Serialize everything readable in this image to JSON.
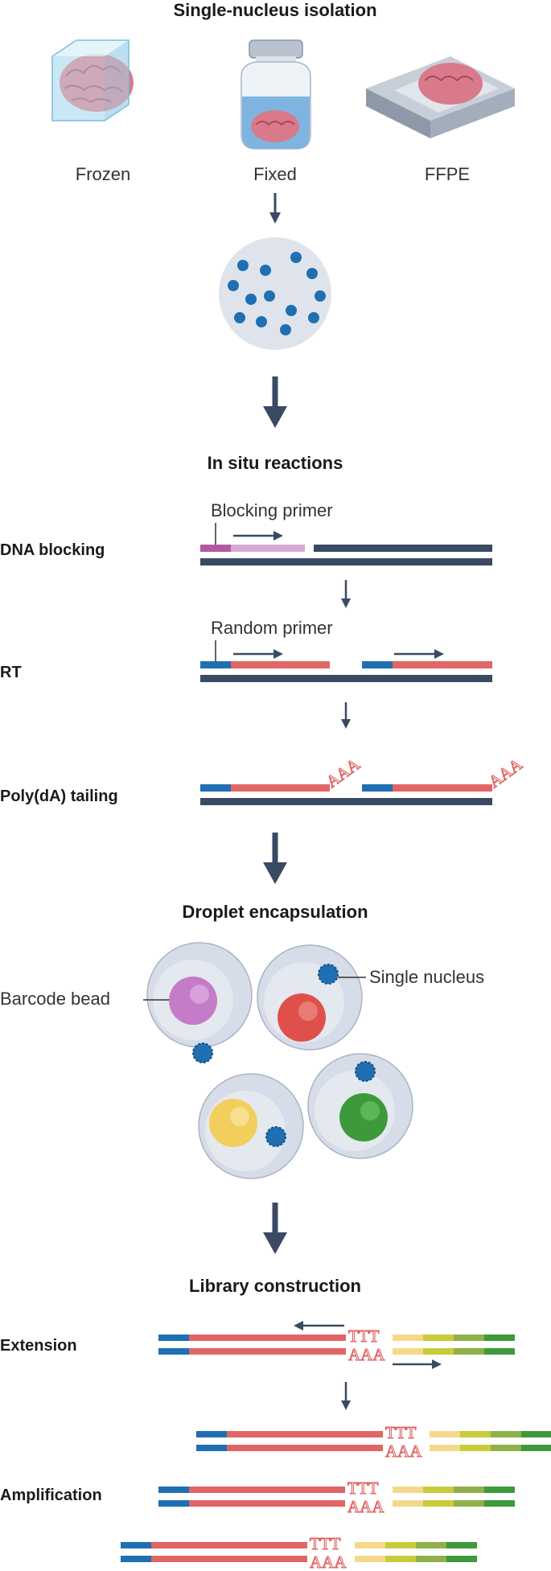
{
  "colors": {
    "dark": "#3a4a63",
    "rna": "#e06565",
    "primer_blue": "#1f6fb2",
    "block_primer": "#b15aa0",
    "block_primer_light": "#d7a9d5",
    "bead_purple": "#c57cc8",
    "bead_red": "#e0504a",
    "bead_yellow": "#f2cf5c",
    "bead_green": "#3d9a3a",
    "nucleus": "#1f6fb2",
    "droplet": "#d6dde8",
    "barcode_1": "#f5d98a",
    "barcode_2": "#c9cc3a",
    "barcode_3": "#8fb04a",
    "barcode_4": "#3d9a3a"
  },
  "sections": {
    "isolation": {
      "title": "Single-nucleus isolation",
      "samples": [
        {
          "label": "Frozen",
          "icon": "frozen-brain-icon"
        },
        {
          "label": "Fixed",
          "icon": "fixed-brain-jar-icon"
        },
        {
          "label": "FFPE",
          "icon": "ffpe-block-icon"
        }
      ]
    },
    "in_situ": {
      "title": "In situ reactions",
      "steps": {
        "blocking": {
          "row_label": "DNA blocking",
          "annotation": "Blocking primer"
        },
        "rt": {
          "row_label": "RT",
          "annotation": "Random primer"
        },
        "tailing": {
          "row_label": "Poly(dA) tailing",
          "tail": "AAA"
        }
      }
    },
    "droplet": {
      "title": "Droplet encapsulation",
      "bead_label": "Barcode bead",
      "nucleus_label": "Single nucleus"
    },
    "library": {
      "title": "Library construction",
      "extension_label": "Extension",
      "amplification_label": "Amplification",
      "poly_t": "TTT",
      "poly_a": "AAA"
    }
  }
}
